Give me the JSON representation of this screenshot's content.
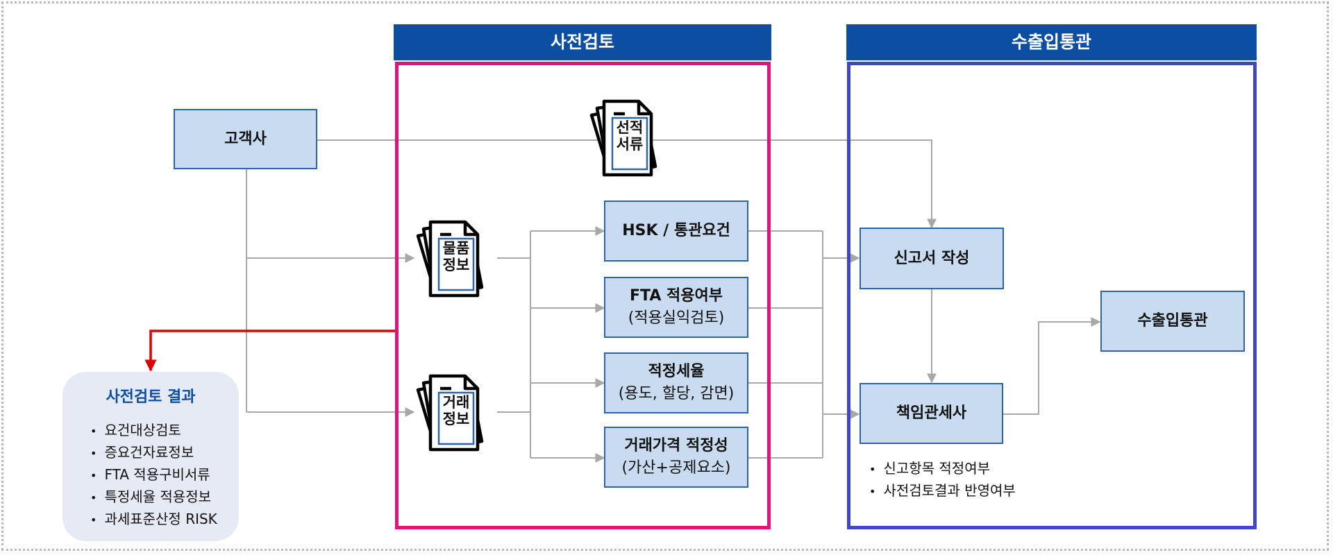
{
  "colors": {
    "header_bg": "#0b4ea2",
    "pre_review_border": "#e4137a",
    "customs_border": "#3f48c1",
    "node_fill": "#c8dbf1",
    "node_border": "#2b64ad",
    "result_link": "#e00000",
    "connector": "#a8a8a8",
    "result_bg": "#e6eaf5",
    "result_title": "#0b4ea2"
  },
  "sections": {
    "pre_review": {
      "title": "사전검토"
    },
    "customs": {
      "title": "수출입통관"
    }
  },
  "nodes": {
    "customer": {
      "label": "고객사"
    },
    "hsk": {
      "label": "HSK / 통관요건"
    },
    "fta": {
      "label": "FTA 적용여부",
      "sub": "(적용실익검토)"
    },
    "tariff": {
      "label": "적정세율",
      "sub": "(용도, 할당, 감면)"
    },
    "price": {
      "label": "거래가격 적정성",
      "sub": "(가산+공제요소)"
    },
    "declaration": {
      "label": "신고서 작성"
    },
    "broker": {
      "label": "책임관세사"
    },
    "clearance": {
      "label": "수출입통관"
    }
  },
  "documents": {
    "shipping": {
      "line1": "선적",
      "line2": "서류",
      "icon": "document-stack-icon"
    },
    "goods": {
      "line1": "물품",
      "line2": "정보",
      "icon": "document-stack-icon"
    },
    "trade": {
      "line1": "거래",
      "line2": "정보",
      "icon": "document-stack-icon"
    }
  },
  "result": {
    "title": "사전검토 결과",
    "items": [
      "요건대상검토",
      "증요건자료정보",
      "FTA 적용구비서류",
      "특정세율 적용정보",
      "과세표준산정 RISK"
    ]
  },
  "broker_checks": [
    "신고항목 적정여부",
    "사전검토결과 반영여부"
  ]
}
